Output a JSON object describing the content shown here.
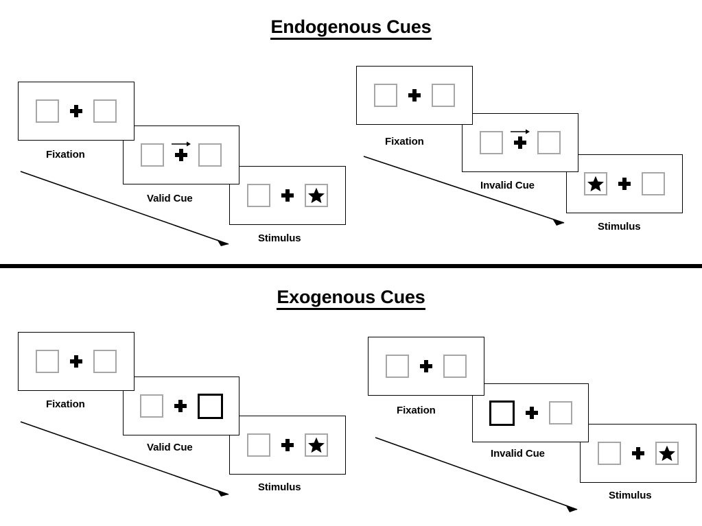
{
  "sections": [
    {
      "id": "endogenous",
      "title": "Endogenous Cues",
      "sequences": [
        {
          "id": "endogenous-valid",
          "frames": [
            {
              "caption": "Fixation",
              "cue": "none",
              "left_content": "empty",
              "right_content": "empty"
            },
            {
              "caption": "Valid Cue",
              "cue": "arrow-right",
              "left_content": "empty",
              "right_content": "empty"
            },
            {
              "caption": "Stimulus",
              "cue": "none",
              "left_content": "empty",
              "right_content": "star"
            }
          ]
        },
        {
          "id": "endogenous-invalid",
          "frames": [
            {
              "caption": "Fixation",
              "cue": "none",
              "left_content": "empty",
              "right_content": "empty"
            },
            {
              "caption": "Invalid Cue",
              "cue": "arrow-right",
              "left_content": "empty",
              "right_content": "empty"
            },
            {
              "caption": "Stimulus",
              "cue": "none",
              "left_content": "star",
              "right_content": "empty"
            }
          ]
        }
      ]
    },
    {
      "id": "exogenous",
      "title": "Exogenous Cues",
      "sequences": [
        {
          "id": "exogenous-valid",
          "frames": [
            {
              "caption": "Fixation",
              "cue": "none",
              "left_content": "empty",
              "right_content": "empty"
            },
            {
              "caption": "Valid Cue",
              "cue": "peripheral-right",
              "left_content": "empty",
              "right_content": "empty"
            },
            {
              "caption": "Stimulus",
              "cue": "none",
              "left_content": "empty",
              "right_content": "star"
            }
          ]
        },
        {
          "id": "exogenous-invalid",
          "frames": [
            {
              "caption": "Fixation",
              "cue": "none",
              "left_content": "empty",
              "right_content": "empty"
            },
            {
              "caption": "Invalid Cue",
              "cue": "peripheral-left",
              "left_content": "empty",
              "right_content": "empty"
            },
            {
              "caption": "Stimulus",
              "cue": "none",
              "left_content": "empty",
              "right_content": "star"
            }
          ]
        }
      ]
    }
  ],
  "colors": {
    "frame_border": "#000000",
    "box_border": "#a6a6a6",
    "cued_box_border": "#000000",
    "marker": "#000000",
    "background": "#ffffff",
    "divider": "#000000"
  }
}
